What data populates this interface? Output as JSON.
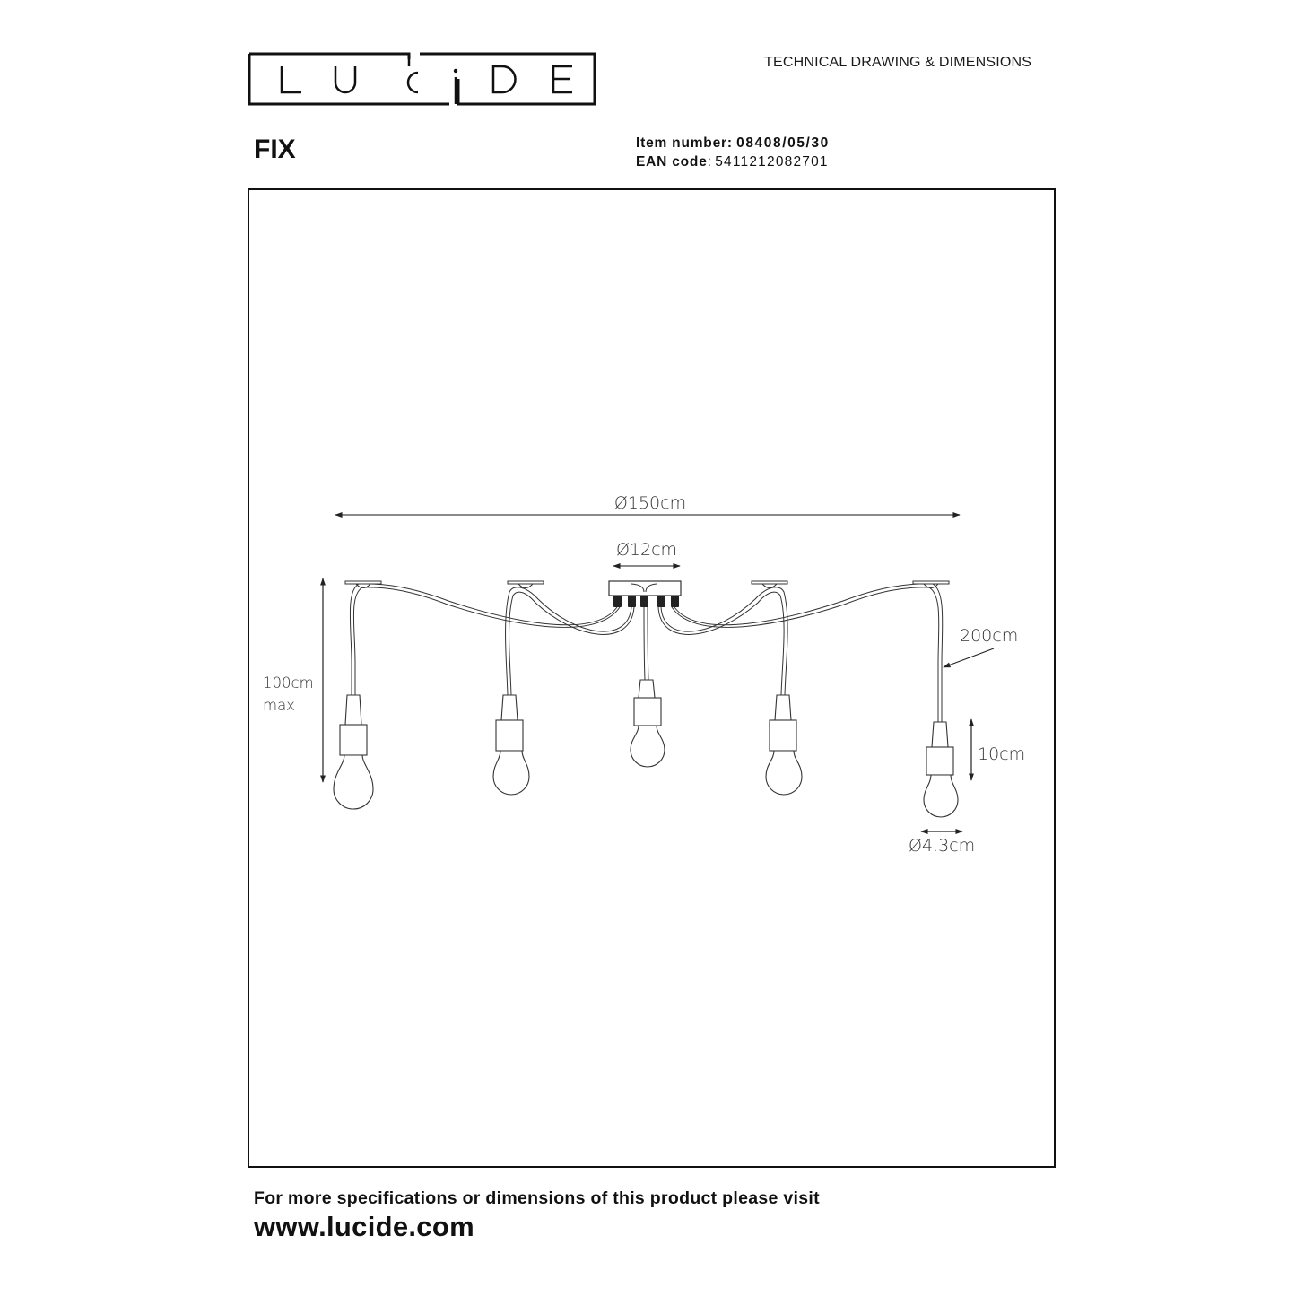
{
  "header": {
    "brand_logo_text": "LUCIDE",
    "document_type": "TECHNICAL DRAWING & DIMENSIONS"
  },
  "product": {
    "name": "FIX",
    "item_number_label": "Item number:",
    "item_number": "08408/05/30",
    "ean_label": "EAN code",
    "ean_separator": ":",
    "ean_code": "5411212082701"
  },
  "drawing": {
    "dimensions": {
      "overall_diameter": "Ø150cm",
      "canopy_diameter": "Ø12cm",
      "drop_height_value": "100cm",
      "drop_height_qualifier": "max",
      "cable_length": "200cm",
      "lamp_holder_height": "10cm",
      "lamp_holder_diameter": "Ø4.3cm"
    },
    "pendant_count": 5
  },
  "footer": {
    "note": "For more specifications or dimensions of this product please visit",
    "url": "www.lucide.com"
  },
  "colors": {
    "ink": "#111111",
    "line": "#333333",
    "background": "#ffffff"
  }
}
